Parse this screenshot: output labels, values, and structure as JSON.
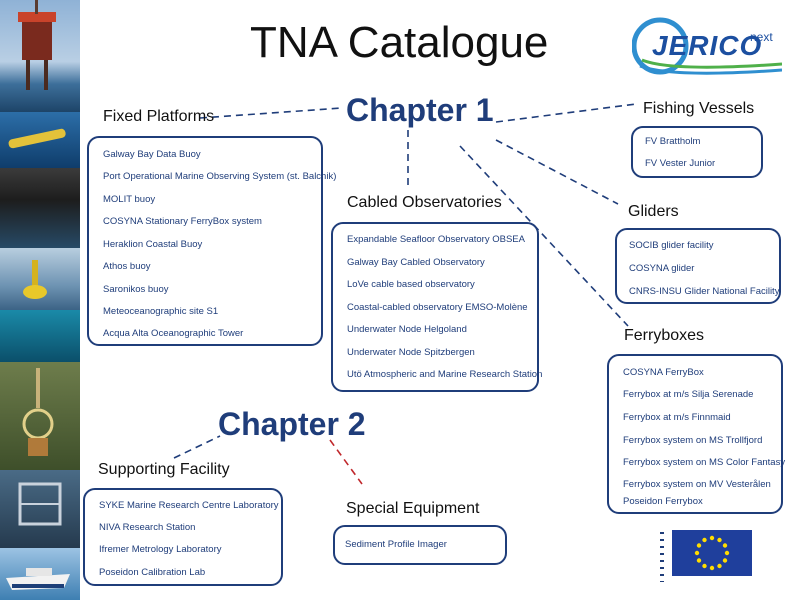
{
  "title": "TNA Catalogue",
  "logo": {
    "text": "JERICO",
    "suffix": "next"
  },
  "chapter1": "Chapter 1",
  "chapter2": "Chapter 2",
  "fixed_platforms": {
    "heading": "Fixed Platforms",
    "items": [
      "Galway Bay Data Buoy",
      "Port Operational Marine Observing System (st. Balchik)",
      "MOLIT buoy",
      "COSYNA Stationary FerryBox system",
      "Heraklion Coastal Buoy",
      "Athos buoy",
      "Saronikos buoy",
      "Meteoceanographic site S1",
      "Acqua Alta Oceanographic Tower"
    ]
  },
  "cabled_observatories": {
    "heading": "Cabled Observatories",
    "items": [
      "Expandable Seafloor Observatory OBSEA",
      "Galway Bay Cabled Observatory",
      "LoVe cable based observatory",
      "Coastal-cabled observatory EMSO-Molène",
      "Underwater Node Helgoland",
      "Underwater Node Spitzbergen",
      "Utö Atmospheric and Marine Research Station"
    ]
  },
  "fishing_vessels": {
    "heading": "Fishing Vessels",
    "items": [
      "FV Brattholm",
      "FV Vester Junior"
    ]
  },
  "gliders": {
    "heading": "Gliders",
    "items": [
      "SOCIB glider facility",
      "COSYNA glider",
      "CNRS-INSU Glider National Facility"
    ]
  },
  "ferryboxes": {
    "heading": "Ferryboxes",
    "items": [
      "COSYNA FerryBox",
      "Ferrybox at m/s Silja Serenade",
      "Ferrybox at m/s Finnmaid",
      "Ferrybox system on MS Trollfjord",
      "Ferrybox system on MS Color Fantasy",
      "Ferrybox system on MV Vesterålen",
      "Poseidon Ferrybox"
    ]
  },
  "supporting_facility": {
    "heading": "Supporting Facility",
    "items": [
      "SYKE Marine Research Centre Laboratory",
      "NIVA Research Station",
      "Ifremer Metrology Laboratory",
      "Poseidon Calibration Lab"
    ]
  },
  "special_equipment": {
    "heading": "Special Equipment",
    "items": [
      "Sediment Profile Imager"
    ]
  },
  "colors": {
    "navy": "#1f3d7a",
    "chapter2_link": "#c0282c",
    "eu_blue": "#1f3f9c",
    "eu_star": "#ffdd00"
  }
}
